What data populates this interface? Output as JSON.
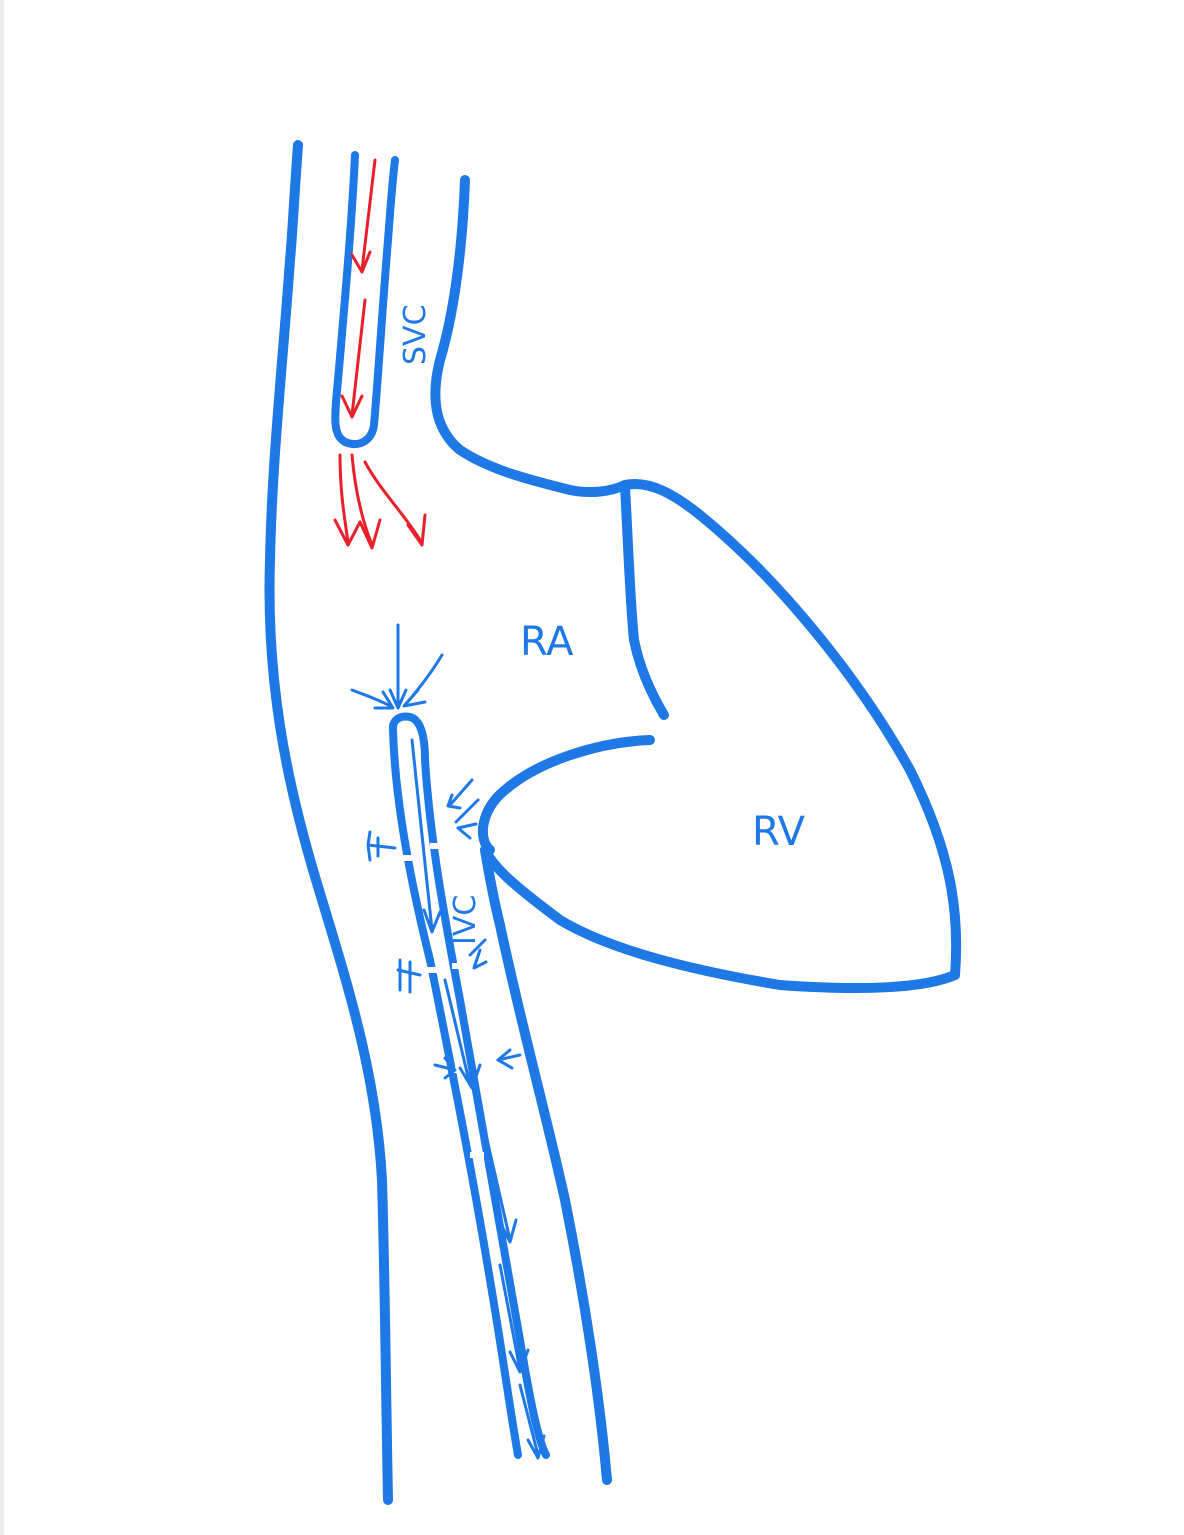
{
  "diagram": {
    "labels": {
      "svc": "SVC",
      "ra": "RA",
      "rv": "RV",
      "ivc": "IVC"
    },
    "colors": {
      "vessel": "#1e78e6",
      "flow_svc": "#e8202a",
      "flow_ivc": "#1e78e6",
      "background": "#ffffff"
    }
  }
}
